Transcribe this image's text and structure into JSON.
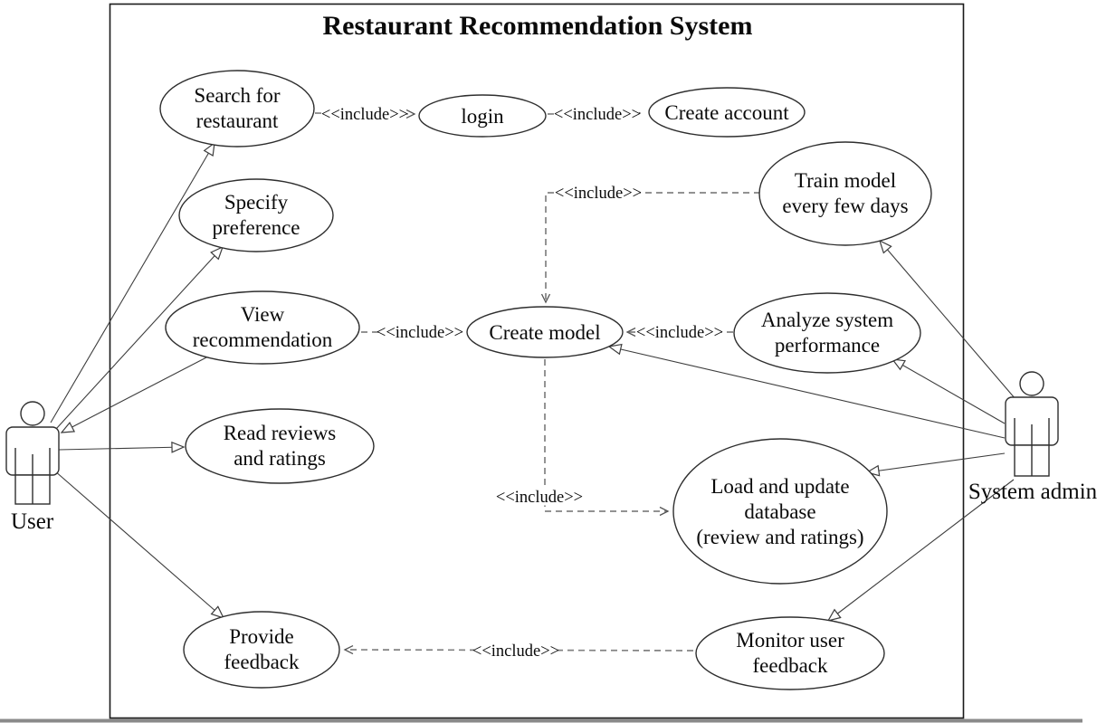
{
  "diagram": {
    "title": "Restaurant Recommendation System",
    "include_label": "<<include>>",
    "actors": [
      {
        "id": "user",
        "label": "User"
      },
      {
        "id": "system-admin",
        "label": "System admin"
      }
    ],
    "use_cases": [
      {
        "id": "search-for-restaurant",
        "lines": [
          "Search for",
          "restaurant"
        ]
      },
      {
        "id": "login",
        "lines": [
          "login"
        ]
      },
      {
        "id": "create-account",
        "lines": [
          "Create account"
        ]
      },
      {
        "id": "specify-preference",
        "lines": [
          "Specify",
          "preference"
        ]
      },
      {
        "id": "view-recommendation",
        "lines": [
          "View",
          "recommendation"
        ]
      },
      {
        "id": "train-model",
        "lines": [
          "Train model",
          "every few days"
        ]
      },
      {
        "id": "create-model",
        "lines": [
          "Create model"
        ]
      },
      {
        "id": "analyze-system-performance",
        "lines": [
          "Analyze system",
          "performance"
        ]
      },
      {
        "id": "read-reviews-and-ratings",
        "lines": [
          "Read reviews",
          "and ratings"
        ]
      },
      {
        "id": "load-and-update-database",
        "lines": [
          "Load and update",
          "database",
          "(review and ratings)"
        ]
      },
      {
        "id": "provide-feedback",
        "lines": [
          "Provide",
          "feedback"
        ]
      },
      {
        "id": "monitor-user-feedback",
        "lines": [
          "Monitor user",
          "feedback"
        ]
      }
    ],
    "relationships": {
      "associations": [
        {
          "from": "User",
          "to": "Search for restaurant"
        },
        {
          "from": "User",
          "to": "Specify preference"
        },
        {
          "from": "View recommendation",
          "to": "User"
        },
        {
          "from": "User",
          "to": "Read reviews and ratings"
        },
        {
          "from": "User",
          "to": "Provide feedback"
        },
        {
          "from": "System admin",
          "to": "Train model every few days"
        },
        {
          "from": "System admin",
          "to": "Analyze system performance"
        },
        {
          "from": "System admin",
          "to": "Create model"
        },
        {
          "from": "System admin",
          "to": "Load and update database (review and ratings)"
        },
        {
          "from": "System admin",
          "to": "Monitor user feedback"
        }
      ],
      "includes": [
        {
          "from": "Search for restaurant",
          "to": "login"
        },
        {
          "from": "login",
          "to": "Create account"
        },
        {
          "from": "View recommendation",
          "to": "Create model"
        },
        {
          "from": "Analyze system performance",
          "to": "Create model"
        },
        {
          "from": "Train model every few days",
          "to": "Create model"
        },
        {
          "from": "Create model",
          "to": "Load and update database (review and ratings)"
        },
        {
          "from": "Monitor user feedback",
          "to": "Provide feedback"
        }
      ]
    }
  }
}
